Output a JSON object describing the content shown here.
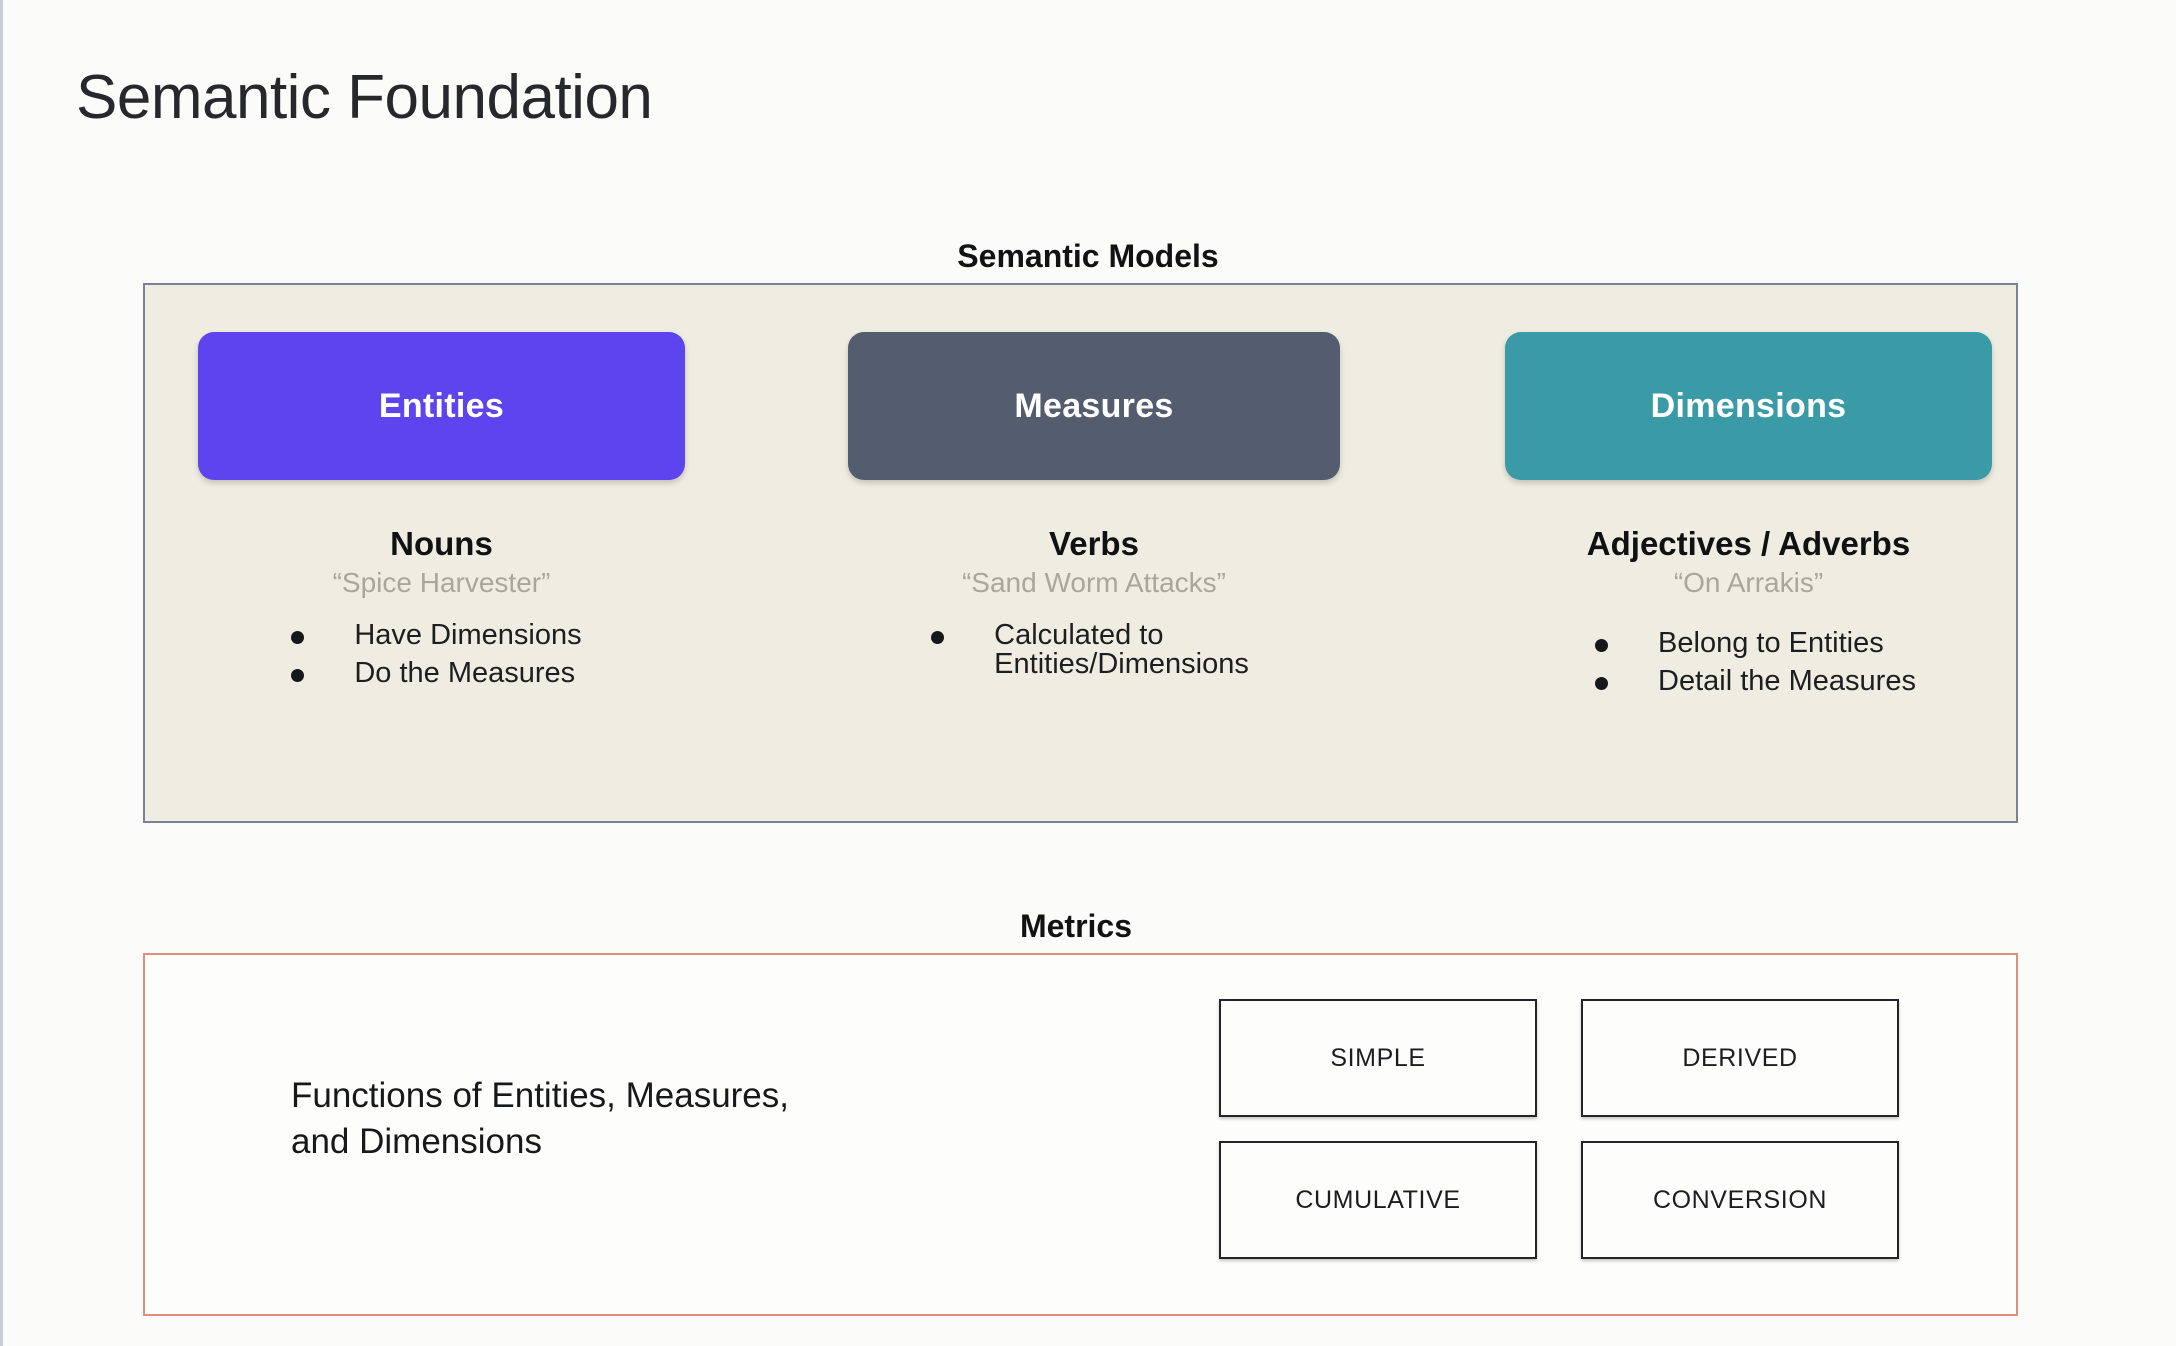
{
  "page": {
    "title": "Semantic Foundation"
  },
  "semantic_models": {
    "caption": "Semantic Models",
    "columns": [
      {
        "card_label": "Entities",
        "card_color": "#5d44ef",
        "part_of_speech": "Nouns",
        "example": "“Spice Harvester”",
        "bullets": [
          "Have Dimensions",
          "Do the Measures"
        ]
      },
      {
        "card_label": "Measures",
        "card_color": "#545c70",
        "part_of_speech": "Verbs",
        "example": "“Sand Worm Attacks”",
        "bullets": [
          "Calculated to\nEntities/Dimensions"
        ]
      },
      {
        "card_label": "Dimensions",
        "card_color": "#3a9ba7",
        "part_of_speech": "Adjectives / Adverbs",
        "example": "“On Arrakis”",
        "bullets": [
          "Belong to Entities",
          "Detail the Measures"
        ]
      }
    ]
  },
  "metrics": {
    "caption": "Metrics",
    "description": "Functions of Entities, Measures,\nand Dimensions",
    "border_color": "#e08f7c",
    "types": [
      [
        "SIMPLE",
        "DERIVED"
      ],
      [
        "CUMULATIVE",
        "CONVERSION"
      ]
    ]
  }
}
